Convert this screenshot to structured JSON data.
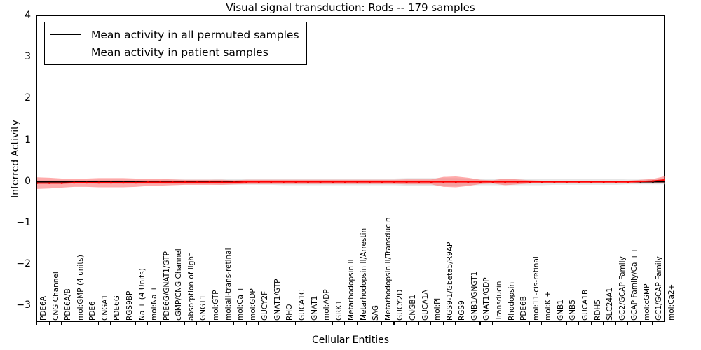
{
  "chart_data": {
    "type": "line",
    "title": "Visual signal transduction: Rods -- 179 samples",
    "xlabel": "Cellular Entities",
    "ylabel": "Inferred Activity",
    "ylim": [
      -3.4,
      4.0
    ],
    "yticks": [
      -3,
      -2,
      -1,
      0,
      1,
      2,
      3,
      4
    ],
    "grid": false,
    "legend_position": "upper left",
    "n_samples": 179,
    "categories": [
      "PDE6A",
      "CNG Channel",
      "PDE6A/B",
      "mol:GMP (4 units)",
      "PDE6",
      "CNGA1",
      "PDE6G",
      "RGS9BP",
      "Na + (4 Units)",
      "mol:Na +",
      "PDE6G/GNAT1/GTP",
      "cGMP/CNG Channel",
      "absorption of light",
      "GNGT1",
      "mol:GTP",
      "mol:all-trans-retinal",
      "mol:Ca ++",
      "mol:GDP",
      "GUCY2F",
      "GNAT1/GTP",
      "RHO",
      "GUCA1C",
      "GNAT1",
      "mol:ADP",
      "GRK1",
      "Metarhodopsin II",
      "Metarhodopsin II/Arrestin",
      "SAG",
      "Metarhodopsin II/Transducin",
      "GUCY2D",
      "CNGB1",
      "GUCA1A",
      "mol:Pi",
      "RGS9-1/Gbeta5/R9AP",
      "RGS9",
      "GNB1/GNGT1",
      "GNAT1/GDP",
      "Transducin",
      "Rhodopsin",
      "PDE6B",
      "mol:11-cis-retinal",
      "mol:K +",
      "GNB1",
      "GNB5",
      "GUCA1B",
      "RDH5",
      "SLC24A1",
      "GC2/GCAP Family",
      "GCAP Family/Ca ++",
      "mol:cGMP",
      "GC1/GCAP Family",
      "mol:Ca2+"
    ],
    "series": [
      {
        "name": "Mean activity in all permuted samples",
        "color": "#000000",
        "band_color": "#c8c8c8",
        "values": [
          0.0,
          0.0,
          0.0,
          0.0,
          0.0,
          0.0,
          0.0,
          0.0,
          0.0,
          0.0,
          0.0,
          0.0,
          0.0,
          0.0,
          0.0,
          0.0,
          0.0,
          0.0,
          0.0,
          0.0,
          0.0,
          0.0,
          0.0,
          0.0,
          0.0,
          0.0,
          0.0,
          0.0,
          0.0,
          0.0,
          0.0,
          0.0,
          0.0,
          0.0,
          0.0,
          0.0,
          0.0,
          0.0,
          0.0,
          0.0,
          0.0,
          0.0,
          0.0,
          0.0,
          0.0,
          0.0,
          0.0,
          0.0,
          0.0,
          0.0,
          0.0,
          0.0
        ],
        "band": [
          0.04,
          0.04,
          0.04,
          0.04,
          0.04,
          0.05,
          0.05,
          0.05,
          0.05,
          0.05,
          0.05,
          0.06,
          0.06,
          0.06,
          0.06,
          0.07,
          0.07,
          0.07,
          0.07,
          0.07,
          0.08,
          0.08,
          0.08,
          0.08,
          0.08,
          0.08,
          0.08,
          0.08,
          0.08,
          0.08,
          0.09,
          0.09,
          0.09,
          0.09,
          0.09,
          0.08,
          0.08,
          0.08,
          0.08,
          0.08,
          0.08,
          0.08,
          0.07,
          0.07,
          0.07,
          0.07,
          0.07,
          0.07,
          0.06,
          0.06,
          0.06,
          0.06
        ]
      },
      {
        "name": "Mean activity in patient samples",
        "color": "#ff0000",
        "band_color": "#ff6666",
        "values": [
          -0.03,
          -0.03,
          -0.03,
          -0.02,
          -0.02,
          -0.02,
          -0.02,
          -0.02,
          -0.02,
          -0.01,
          -0.01,
          -0.01,
          -0.01,
          -0.01,
          -0.01,
          -0.01,
          -0.01,
          0.0,
          0.0,
          0.0,
          0.0,
          0.0,
          0.0,
          0.0,
          0.0,
          0.0,
          0.0,
          0.0,
          0.0,
          0.0,
          0.0,
          0.0,
          0.0,
          0.0,
          0.0,
          0.0,
          0.0,
          0.0,
          0.0,
          0.0,
          0.0,
          0.0,
          0.0,
          0.0,
          0.0,
          0.0,
          0.0,
          0.0,
          0.0,
          0.01,
          0.02,
          0.05
        ],
        "band": [
          0.14,
          0.13,
          0.11,
          0.1,
          0.1,
          0.11,
          0.11,
          0.11,
          0.1,
          0.09,
          0.08,
          0.07,
          0.06,
          0.06,
          0.06,
          0.06,
          0.05,
          0.05,
          0.05,
          0.05,
          0.05,
          0.05,
          0.05,
          0.05,
          0.05,
          0.05,
          0.05,
          0.05,
          0.05,
          0.05,
          0.06,
          0.06,
          0.06,
          0.12,
          0.13,
          0.1,
          0.05,
          0.04,
          0.08,
          0.06,
          0.04,
          0.03,
          0.03,
          0.03,
          0.03,
          0.03,
          0.03,
          0.03,
          0.03,
          0.04,
          0.05,
          0.09
        ]
      }
    ]
  }
}
